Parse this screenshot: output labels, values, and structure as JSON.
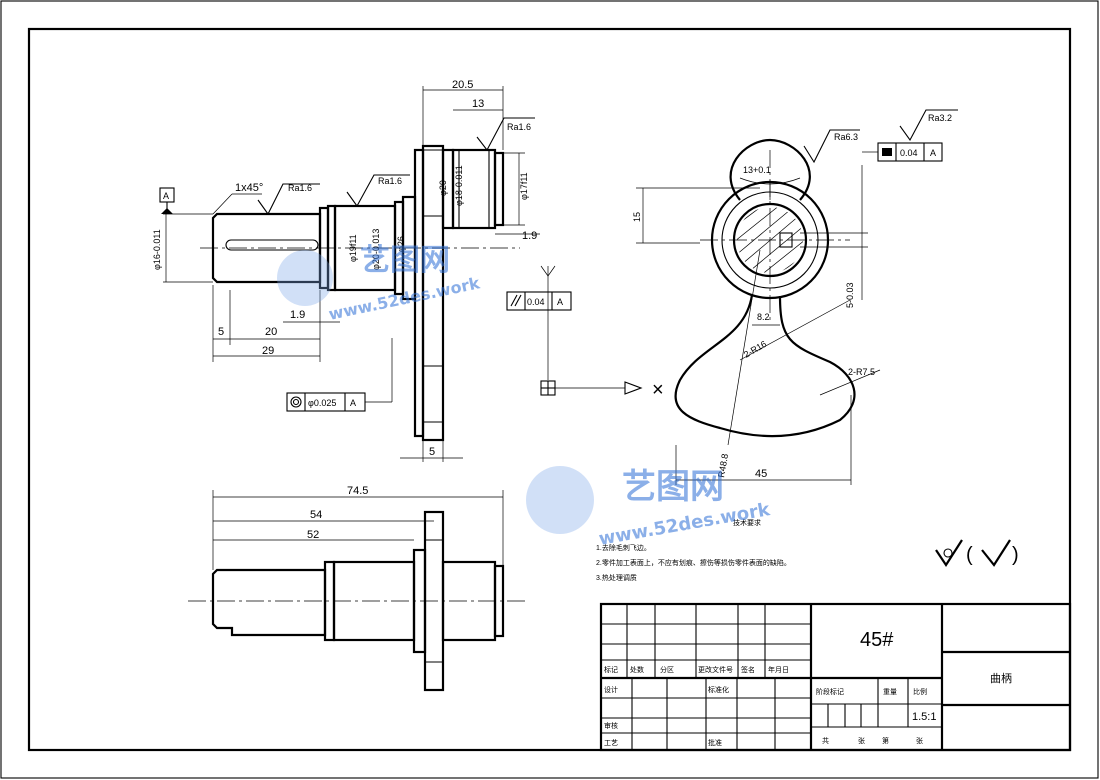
{
  "dims": {
    "d_20_5": "20.5",
    "d_13_top": "13",
    "d_1_9_right": "1.9",
    "d_1_9_left": "1.9",
    "d_5_left": "5",
    "d_20_left": "20",
    "d_29": "29",
    "d_5_bottom": "5",
    "d_74_5": "74.5",
    "d_54": "54",
    "d_52": "52",
    "d_15": "15",
    "d_45": "45",
    "d_8_2": "8.2",
    "d_5_003": "5-0.03",
    "phi16": "φ16-0.011",
    "phi19": "φ19f11",
    "phi20a": "φ20-0.013",
    "phi26": "φ26",
    "phi20b": "φ20",
    "phi18": "φ18-0.011",
    "phi17": "φ17f11",
    "chamfer": "1x45°",
    "thirteen_tol": "13+0.1",
    "r16": "2-R16",
    "r75": "2-R7.5",
    "r48": "R48.8"
  },
  "roughness": {
    "ra16_a": "Ra1.6",
    "ra16_b": "Ra1.6",
    "ra16_c": "Ra1.6",
    "ra63": "Ra6.3",
    "ra32": "Ra3.2"
  },
  "tolerance": {
    "datum_a": "A",
    "parallel_val": "0.04",
    "parallel_ref": "A",
    "concentric_val": "φ0.025",
    "concentric_ref": "A",
    "sym_val": "0.04",
    "sym_ref": "A"
  },
  "tech": {
    "heading": "技术要求",
    "item1": "1.去除毛刺飞边。",
    "item2": "2.零件加工表面上，不应有划痕、擦伤等损伤零件表面的缺陷。",
    "item3": "3.热处理调质"
  },
  "finish_symbol": "(",
  "finish_symbol_close": ")",
  "title_block": {
    "material": "45#",
    "part_name": "曲柄",
    "scale": "1.5:1",
    "row_labels": [
      "标记",
      "处数",
      "分区",
      "更改文件号",
      "签名",
      "年月日"
    ],
    "design": "设计",
    "standardize": "标准化",
    "review": "审核",
    "craft": "工艺",
    "approve": "批准",
    "stage_mark": "阶段标记",
    "weight": "重量",
    "scale_label": "比例",
    "sheet_total": "共",
    "sheet_count": "张",
    "sheet_no": "第",
    "sheet_count2": "张"
  },
  "watermark": {
    "brand": "艺图网",
    "url": "www.52des.work"
  }
}
